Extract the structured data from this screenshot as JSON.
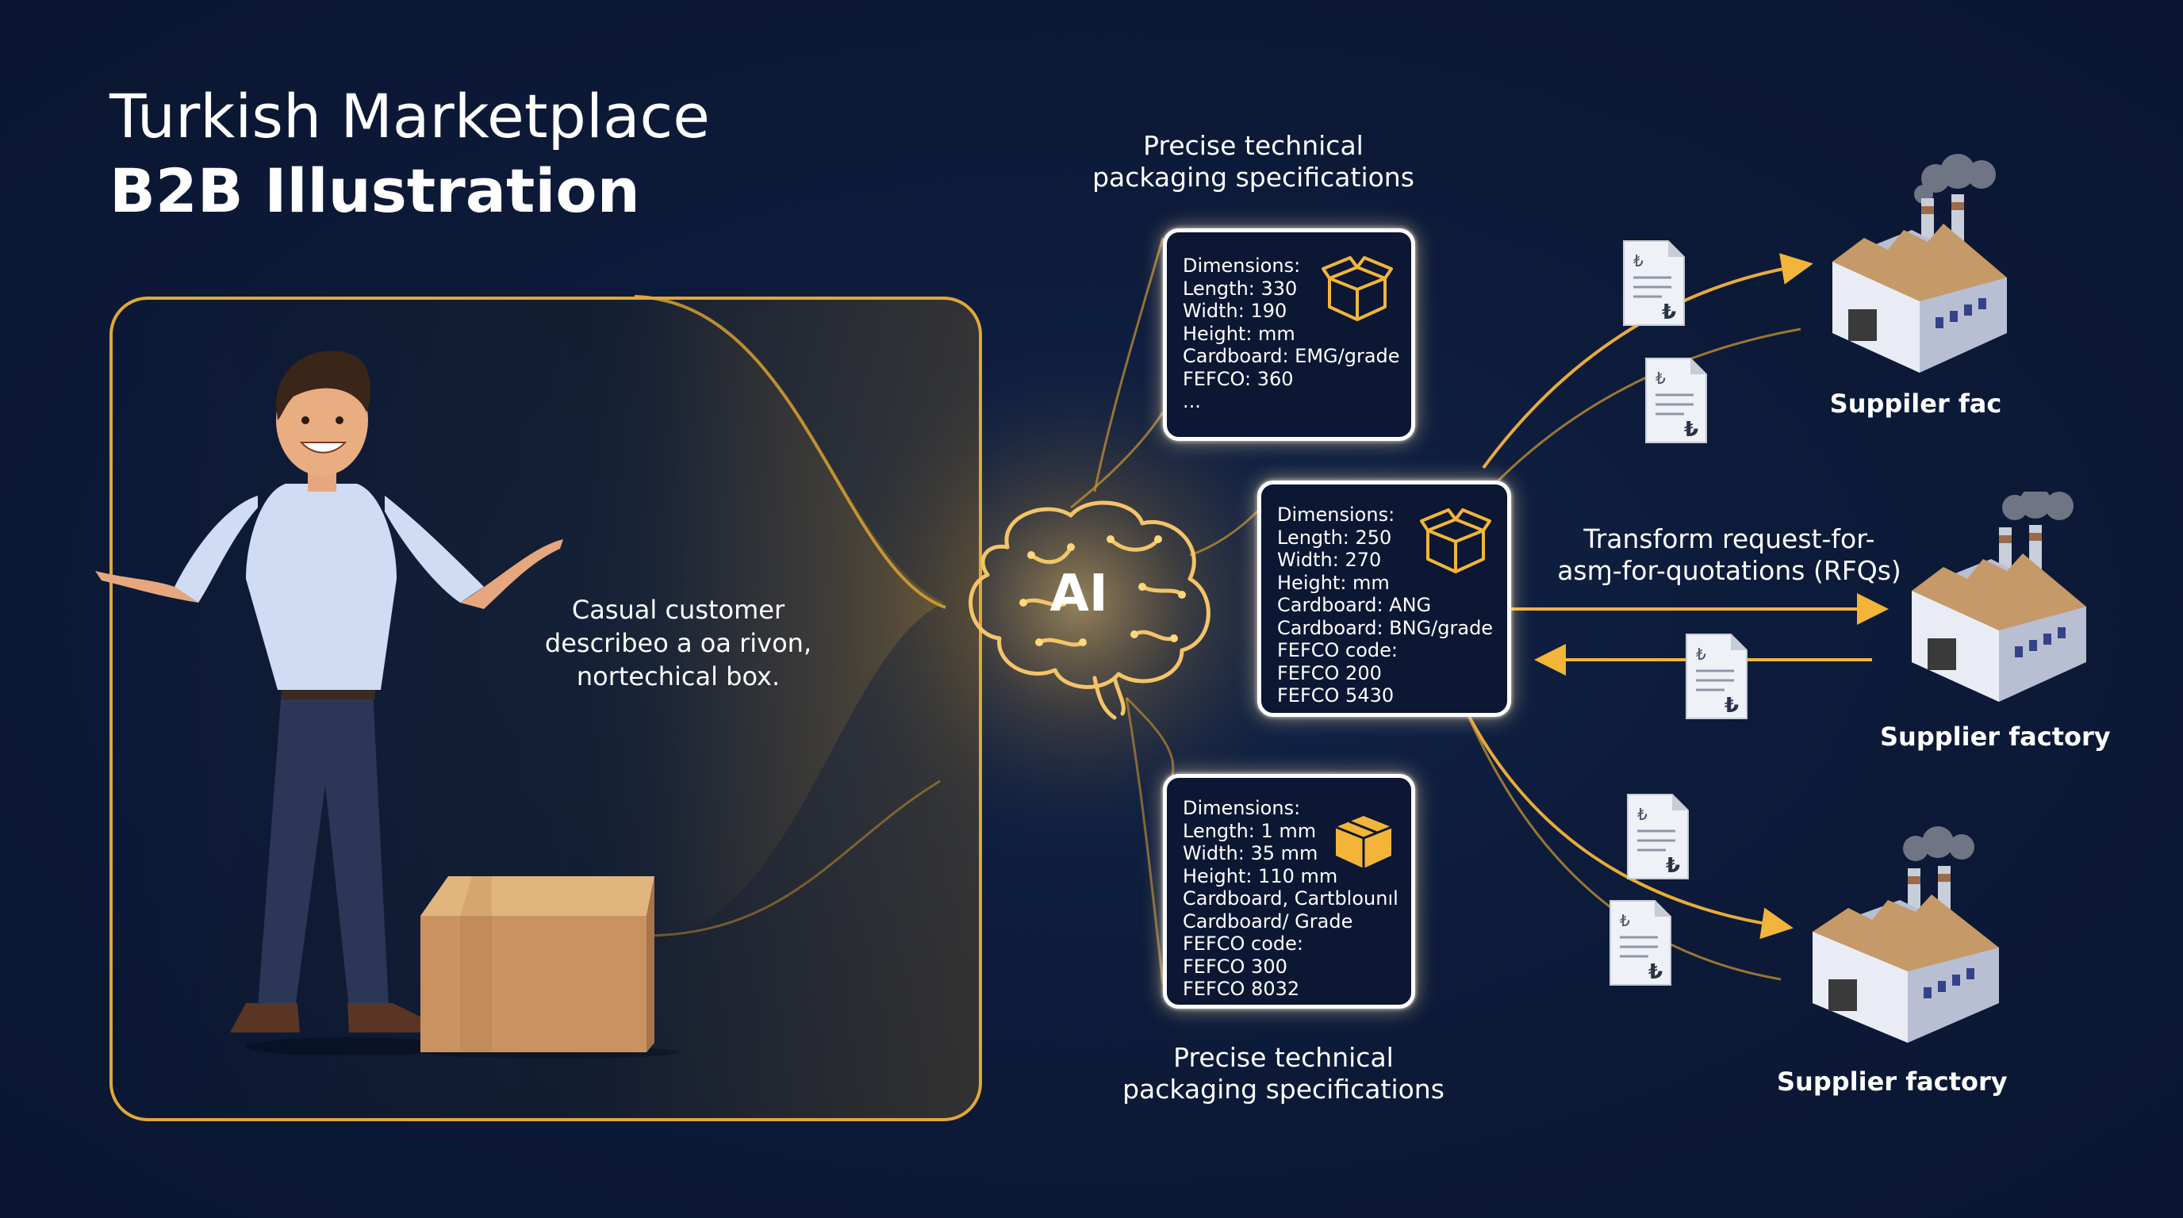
{
  "title": {
    "line1": "Turkish Marketplace",
    "line2": "B2B Illustration"
  },
  "customer": {
    "caption_line1": "Casual customer",
    "caption_line2": "describeo a oa rivon,",
    "caption_line3": "nortechical box."
  },
  "ai": {
    "label": "AI"
  },
  "spec_labels": {
    "top": [
      "Precise technical",
      "packaging specifications"
    ],
    "bottom": [
      "Precise technical",
      "packaging specifications"
    ]
  },
  "spec_cards": [
    {
      "lines": [
        "Dimensions:",
        "Length: 330",
        "Width: 190",
        "Height: mm",
        "Cardboard: EMG/grade",
        "FEFCO: 360",
        "..."
      ]
    },
    {
      "lines": [
        "Dimensions:",
        "Length: 250",
        "Width: 270",
        "Height: mm",
        "Cardboard: ANG",
        "Cardboard: BNG/grade",
        "FEFCO code:",
        "FEFCO 200",
        "FEFCO 5430"
      ]
    },
    {
      "lines": [
        "Dimensions:",
        "Length: 1 mm",
        "Width: 35 mm",
        "Height: 110 mm",
        "Cardboard, Cartblounıl",
        "Cardboard/ Grade",
        "FEFCO code:",
        "FEFCO 300",
        "FEFCO 8032"
      ]
    }
  ],
  "rfq": {
    "line1": "Transform request-for-",
    "line2": "asɱ-for-quotations (RFQs)"
  },
  "factories": [
    {
      "label": "Suppiler fac"
    },
    {
      "label": "Supplier factory"
    },
    {
      "label": "Supplier factory"
    }
  ],
  "document_symbol": "₺",
  "colors": {
    "background": "#0d1b3a",
    "accent_gold": "#e0a83a",
    "arrow_gold": "#f2b53a",
    "card_border": "#ffffff",
    "card_fill": "#0b1733"
  },
  "icons": [
    "person-illustration",
    "cardboard-box",
    "ai-brain-icon",
    "box-outline-icon",
    "document-lira-icon",
    "factory-icon",
    "smoke-icon"
  ]
}
